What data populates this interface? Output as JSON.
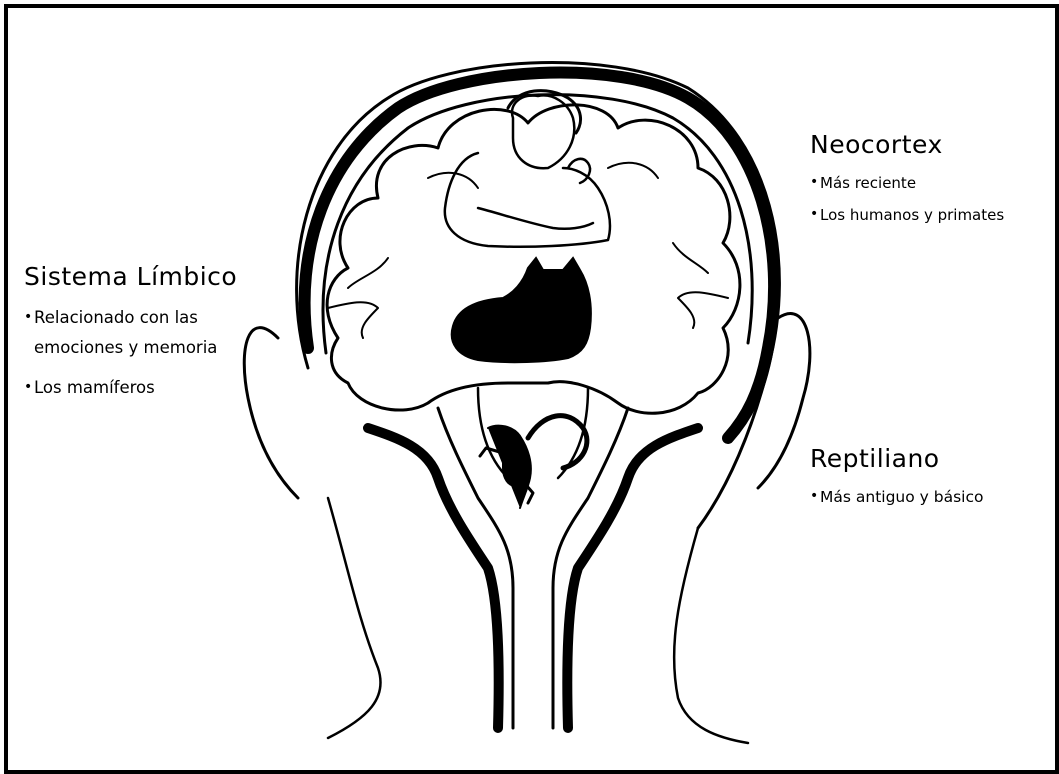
{
  "labels": {
    "neocortex": {
      "title": "Neocortex",
      "items": [
        "Más reciente",
        "Los humanos y primates"
      ]
    },
    "limbico": {
      "title": "Sistema Límbico",
      "items": [
        "Relacionado con las emociones y memoria",
        "Los mamíferos"
      ]
    },
    "reptiliano": {
      "title": "Reptiliano",
      "items": [
        "Más antiguo y básico"
      ]
    }
  },
  "colors": {
    "ink": "#000000",
    "paper": "#ffffff"
  }
}
